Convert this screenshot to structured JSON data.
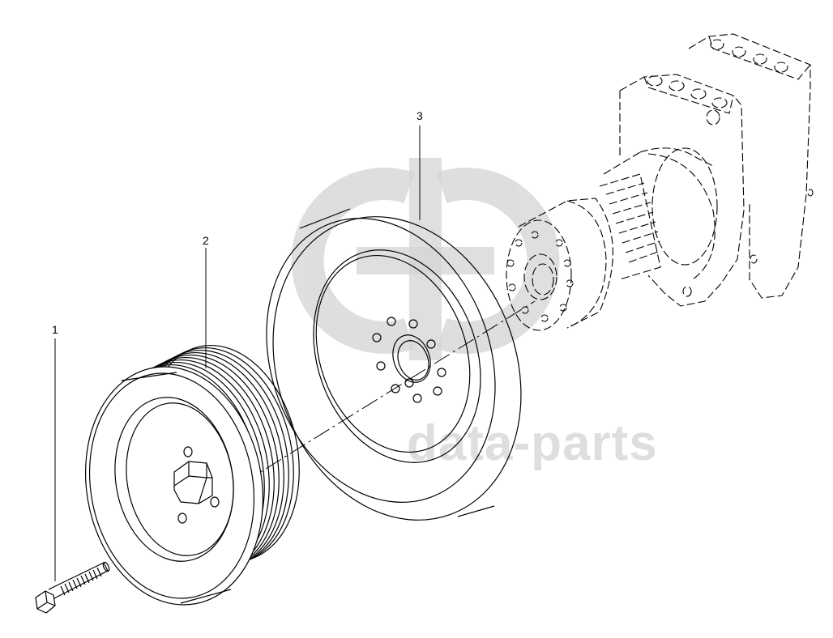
{
  "diagram": {
    "callouts": [
      {
        "number": "1",
        "part": "bolt"
      },
      {
        "number": "2",
        "part": "belt-pulley"
      },
      {
        "number": "3",
        "part": "vibration-damper"
      }
    ],
    "watermark": {
      "text": "data-parts",
      "color": "#c8c8c8"
    },
    "line_color": "#000000",
    "background": "#ffffff"
  }
}
